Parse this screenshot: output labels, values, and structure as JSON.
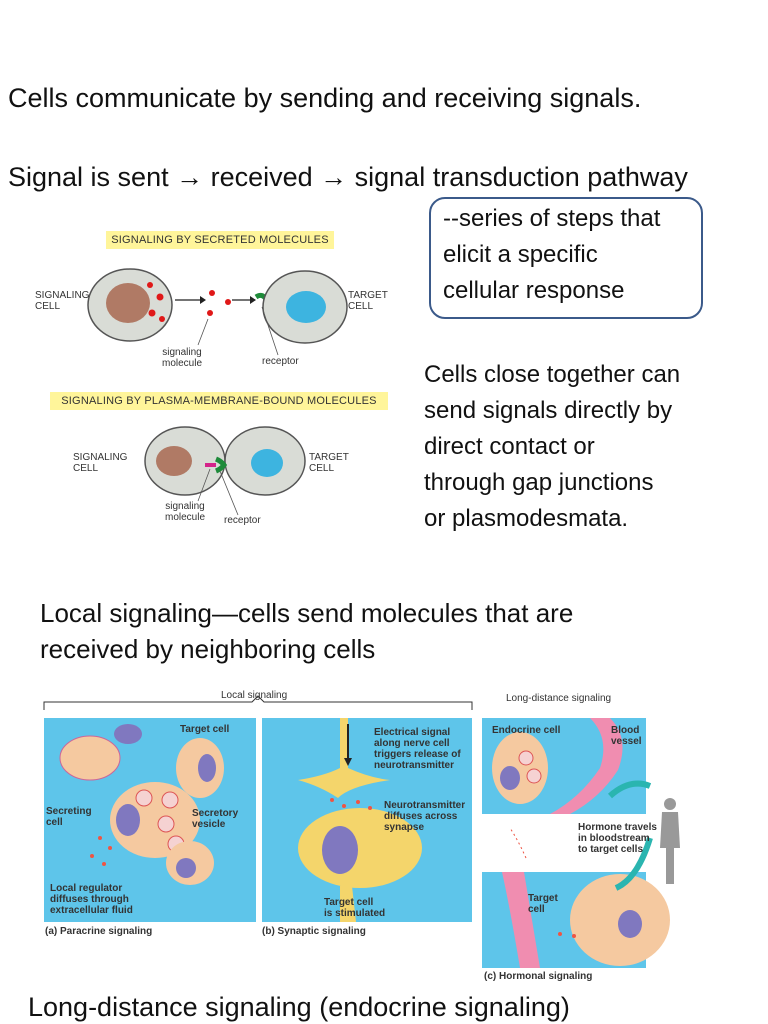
{
  "line1": "Cells communicate by sending and receiving signals.",
  "line2": "Signal is sent → received → signal transduction pathway",
  "box": {
    "l1": "--series of steps that",
    "l2": "elicit a specific",
    "l3": "cellular response"
  },
  "diagram_top": {
    "banner1": "SIGNALING BY SECRETED MOLECULES",
    "banner2": "SIGNALING BY PLASMA-MEMBRANE-BOUND MOLECULES",
    "signaling_cell_1": "SIGNALING",
    "signaling_cell_2": "CELL",
    "target_cell_1": "TARGET",
    "target_cell_2": "CELL",
    "signaling_molecule_1": "signaling",
    "signaling_molecule_2": "molecule",
    "receptor": "receptor"
  },
  "close_cells": {
    "l1": "Cells close together can",
    "l2": "send signals directly by",
    "l3": "direct contact or",
    "l4": "through gap junctions",
    "l5": "or plasmodesmata."
  },
  "local_text": {
    "l1": "Local signaling—cells send molecules that are",
    "l2": "received by neighboring cells"
  },
  "figure": {
    "local_title": "Local signaling",
    "long_title": "Long-distance signaling",
    "target_cell": "Target cell",
    "secreting_cell_1": "Secreting",
    "secreting_cell_2": "cell",
    "secretory_1": "Secretory",
    "secretory_2": "vesicle",
    "local_reg_1": "Local regulator",
    "local_reg_2": "diffuses through",
    "local_reg_3": "extracellular fluid",
    "cap_a": "(a) Paracrine signaling",
    "elec_1": "Electrical signal",
    "elec_2": "along nerve cell",
    "elec_3": "triggers release of",
    "elec_4": "neurotransmitter",
    "neuro_1": "Neurotransmitter",
    "neuro_2": "diffuses across",
    "neuro_3": "synapse",
    "stim_1": "Target cell",
    "stim_2": "is stimulated",
    "cap_b": "(b) Synaptic signaling",
    "endocrine_cell": "Endocrine cell",
    "blood_1": "Blood",
    "blood_2": "vessel",
    "hormone_1": "Hormone travels",
    "hormone_2": "in bloodstream",
    "hormone_3": "to target cells",
    "target_c_1": "Target",
    "target_c_2": "cell",
    "cap_c": "(c) Hormonal signaling"
  },
  "long_distance": "Long-distance signaling (endocrine signaling)"
}
